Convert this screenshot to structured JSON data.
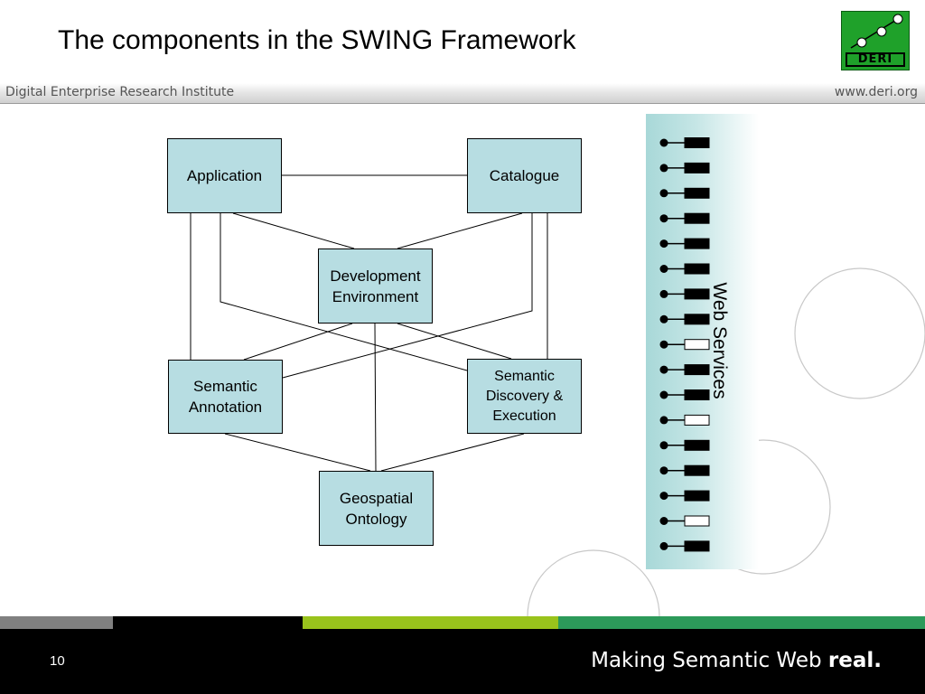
{
  "slide": {
    "title": "The components in the SWING Framework",
    "institute": "Digital Enterprise Research Institute",
    "url": "www.deri.org",
    "logo_text": "DERI",
    "page_number": "10",
    "tagline_regular": "Making Semantic Web ",
    "tagline_bold": "real."
  },
  "diagram": {
    "nodes": {
      "application": "Application",
      "catalogue": "Catalogue",
      "development_environment": "Development\nEnvironment",
      "semantic_annotation": "Semantic\nAnnotation",
      "semantic_discovery": "Semantic\nDiscovery &\nExecution",
      "geospatial_ontology": "Geospatial\nOntology"
    },
    "edges": [
      [
        "application",
        "catalogue"
      ],
      [
        "application",
        "development_environment"
      ],
      [
        "application",
        "semantic_annotation"
      ],
      [
        "application",
        "semantic_discovery"
      ],
      [
        "catalogue",
        "development_environment"
      ],
      [
        "catalogue",
        "semantic_discovery"
      ],
      [
        "catalogue",
        "semantic_annotation"
      ],
      [
        "development_environment",
        "semantic_annotation"
      ],
      [
        "development_environment",
        "semantic_discovery"
      ],
      [
        "development_environment",
        "geospatial_ontology"
      ],
      [
        "semantic_annotation",
        "geospatial_ontology"
      ],
      [
        "semantic_discovery",
        "geospatial_ontology"
      ]
    ],
    "web_services_label": "Web Services",
    "web_services": [
      "filled",
      "filled",
      "filled",
      "filled",
      "filled",
      "filled",
      "filled",
      "filled",
      "empty",
      "filled",
      "filled",
      "empty",
      "filled",
      "filled",
      "filled",
      "empty",
      "filled"
    ]
  },
  "colors": {
    "node_fill": "#b7dde2",
    "logo_green": "#1fa12a",
    "stripe_gray": "#808080",
    "stripe_lime": "#99c31c",
    "stripe_green": "#2c9a5a"
  }
}
